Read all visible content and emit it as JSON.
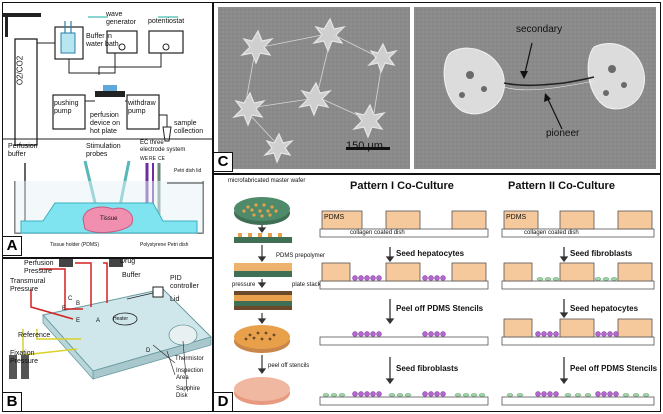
{
  "panels": {
    "a": {
      "badge": "A",
      "gas_tank": "O2/CO2",
      "buffer_bath": "Buffer in water bath",
      "wave_generator": "wave generator",
      "potentiostat": "potentiostat",
      "pushing_pump": "pushing pump",
      "perfusion_device": "perfusion device on hot plate",
      "withdraw_pump": "withdraw pump",
      "sample_collection": "sample collection",
      "perfusion_buffer": "Perfusion buffer",
      "stimulation_probes": "Stimulation probes",
      "ec_system": "EC three electrode system",
      "electrodes": [
        "WE",
        "RE",
        "CE"
      ],
      "petri_lid": "Petri dish lid",
      "tissue": "Tissue",
      "tissue_holder": "Tissue holder (PDMS)",
      "petri_dish": "Polystyrene Petri dish"
    },
    "b": {
      "badge": "B",
      "perfusion_pressure": "Perfusion Pressure",
      "drug": "Drug",
      "buffer": "Buffer",
      "transmural_pressure": "Transmural Pressure",
      "pid_controller": "PID controller",
      "lid": "Lid",
      "reference": "Reference",
      "fixation_pressure": "Fixation Pressure",
      "heater": "Heater",
      "thermistor": "Thermistor",
      "inspection_area": "Inspection Area",
      "sapphire_disk": "Sapphire Disk",
      "channel_letters": [
        "A",
        "B",
        "C",
        "D",
        "E",
        "E"
      ]
    },
    "c": {
      "badge": "C",
      "secondary": "secondary",
      "pioneer": "pioneer",
      "scale_bar": "150 μm"
    },
    "d": {
      "badge": "D",
      "master_wafer": "microfabricated master wafer",
      "pdms_prepolymer": "PDMS prepolymer",
      "pressure": "pressure",
      "plate_stack": "plate stack",
      "peel_stencils": "peel off stencils",
      "pattern1": {
        "title": "Pattern I Co-Culture",
        "pdms": "PDMS",
        "dish": "collagen coated dish",
        "step1": "Seed hepatocytes",
        "step2": "Peel off PDMS Stencils",
        "step3": "Seed fibroblasts"
      },
      "pattern2": {
        "title": "Pattern II Co-Culture",
        "pdms": "PDMS",
        "dish": "collagen coated dish",
        "step1": "Seed fibroblasts",
        "step2": "Seed hepatocytes",
        "step3": "Peel off PDMS Stencils"
      }
    }
  },
  "colors": {
    "tissue_pink": "#f08fb0",
    "holder_cyan": "#7fe3f0",
    "pdms_tan": "#f5c99b",
    "cell_purple": "#b366cc",
    "fibro_green": "#9fd4a8",
    "tube_red": "#d42020",
    "tube_yellow": "#d9d22a",
    "wafer_orange": "#e8a04a",
    "wafer_green": "#3f6f55"
  }
}
